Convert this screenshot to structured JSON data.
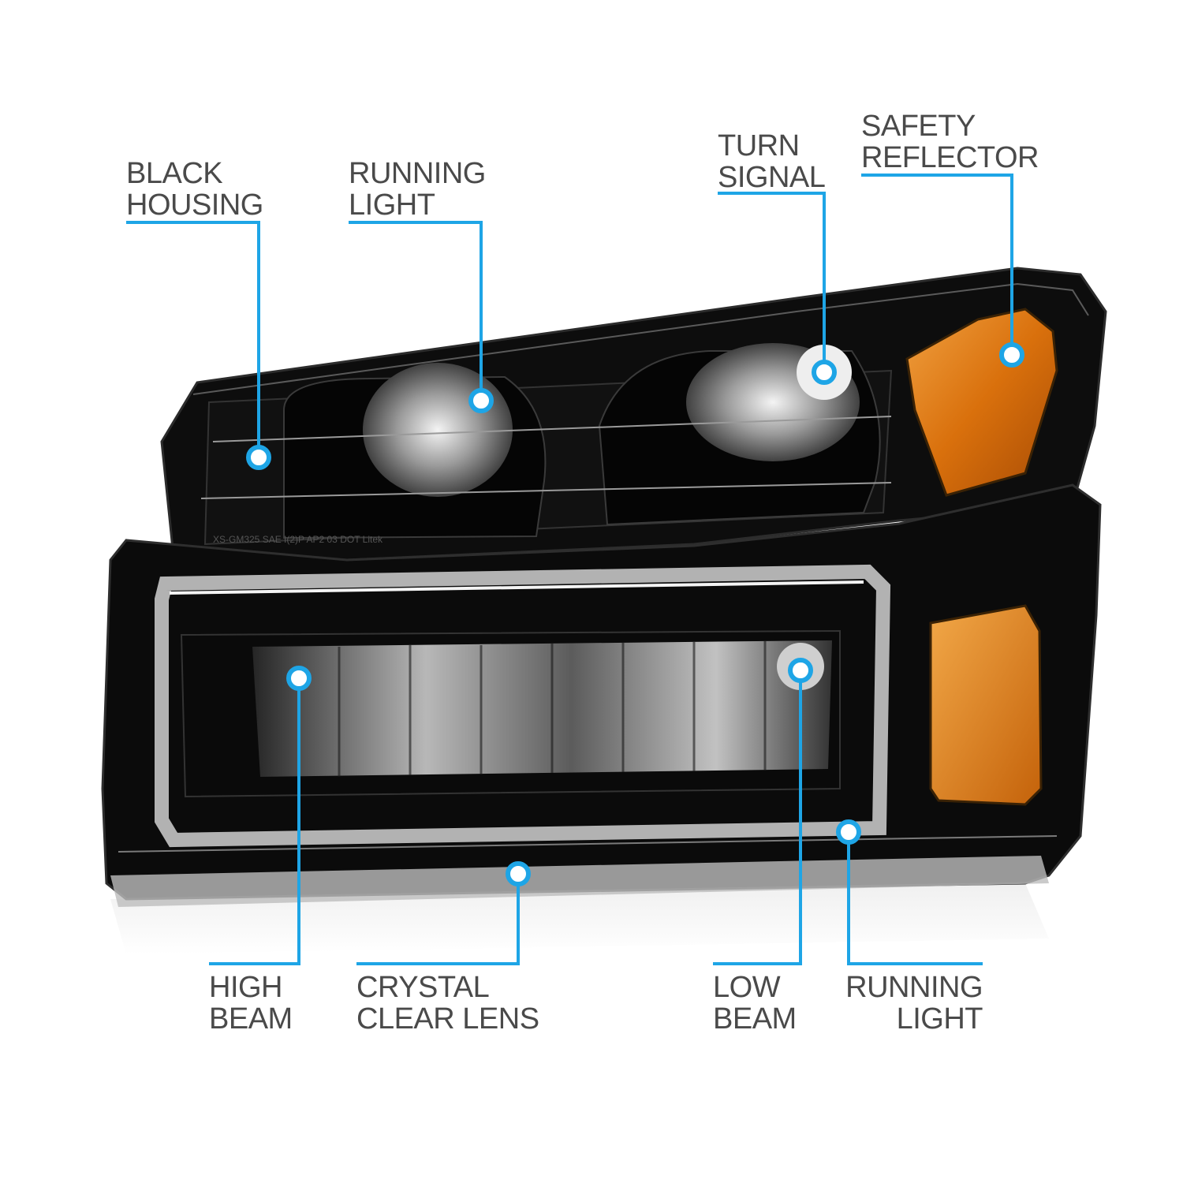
{
  "colors": {
    "callout": "#1ea5e6",
    "label_text": "#4a4a4a",
    "housing": "#0b0b0b",
    "amber": "#e07a10",
    "chrome": "#c8c8c8"
  },
  "product_image": {
    "icon": "headlight-assembly-icon",
    "embossed_marks": [
      "XS-GM325",
      "SAE",
      "I(2)P",
      "AP2",
      "03",
      "DOT",
      "Litek"
    ]
  },
  "callouts": {
    "black_housing": {
      "line1": "BLACK",
      "line2": "HOUSING"
    },
    "running_light_top": {
      "line1": "RUNNING",
      "line2": "LIGHT"
    },
    "turn_signal": {
      "line1": "TURN",
      "line2": "SIGNAL"
    },
    "safety_reflector": {
      "line1": "SAFETY",
      "line2": "REFLECTOR"
    },
    "high_beam": {
      "line1": "HIGH",
      "line2": "BEAM"
    },
    "crystal_clear_lens": {
      "line1": "CRYSTAL",
      "line2": "CLEAR LENS"
    },
    "low_beam": {
      "line1": "LOW",
      "line2": "BEAM"
    },
    "running_light_bottom": {
      "line1": "RUNNING",
      "line2": "LIGHT"
    }
  }
}
